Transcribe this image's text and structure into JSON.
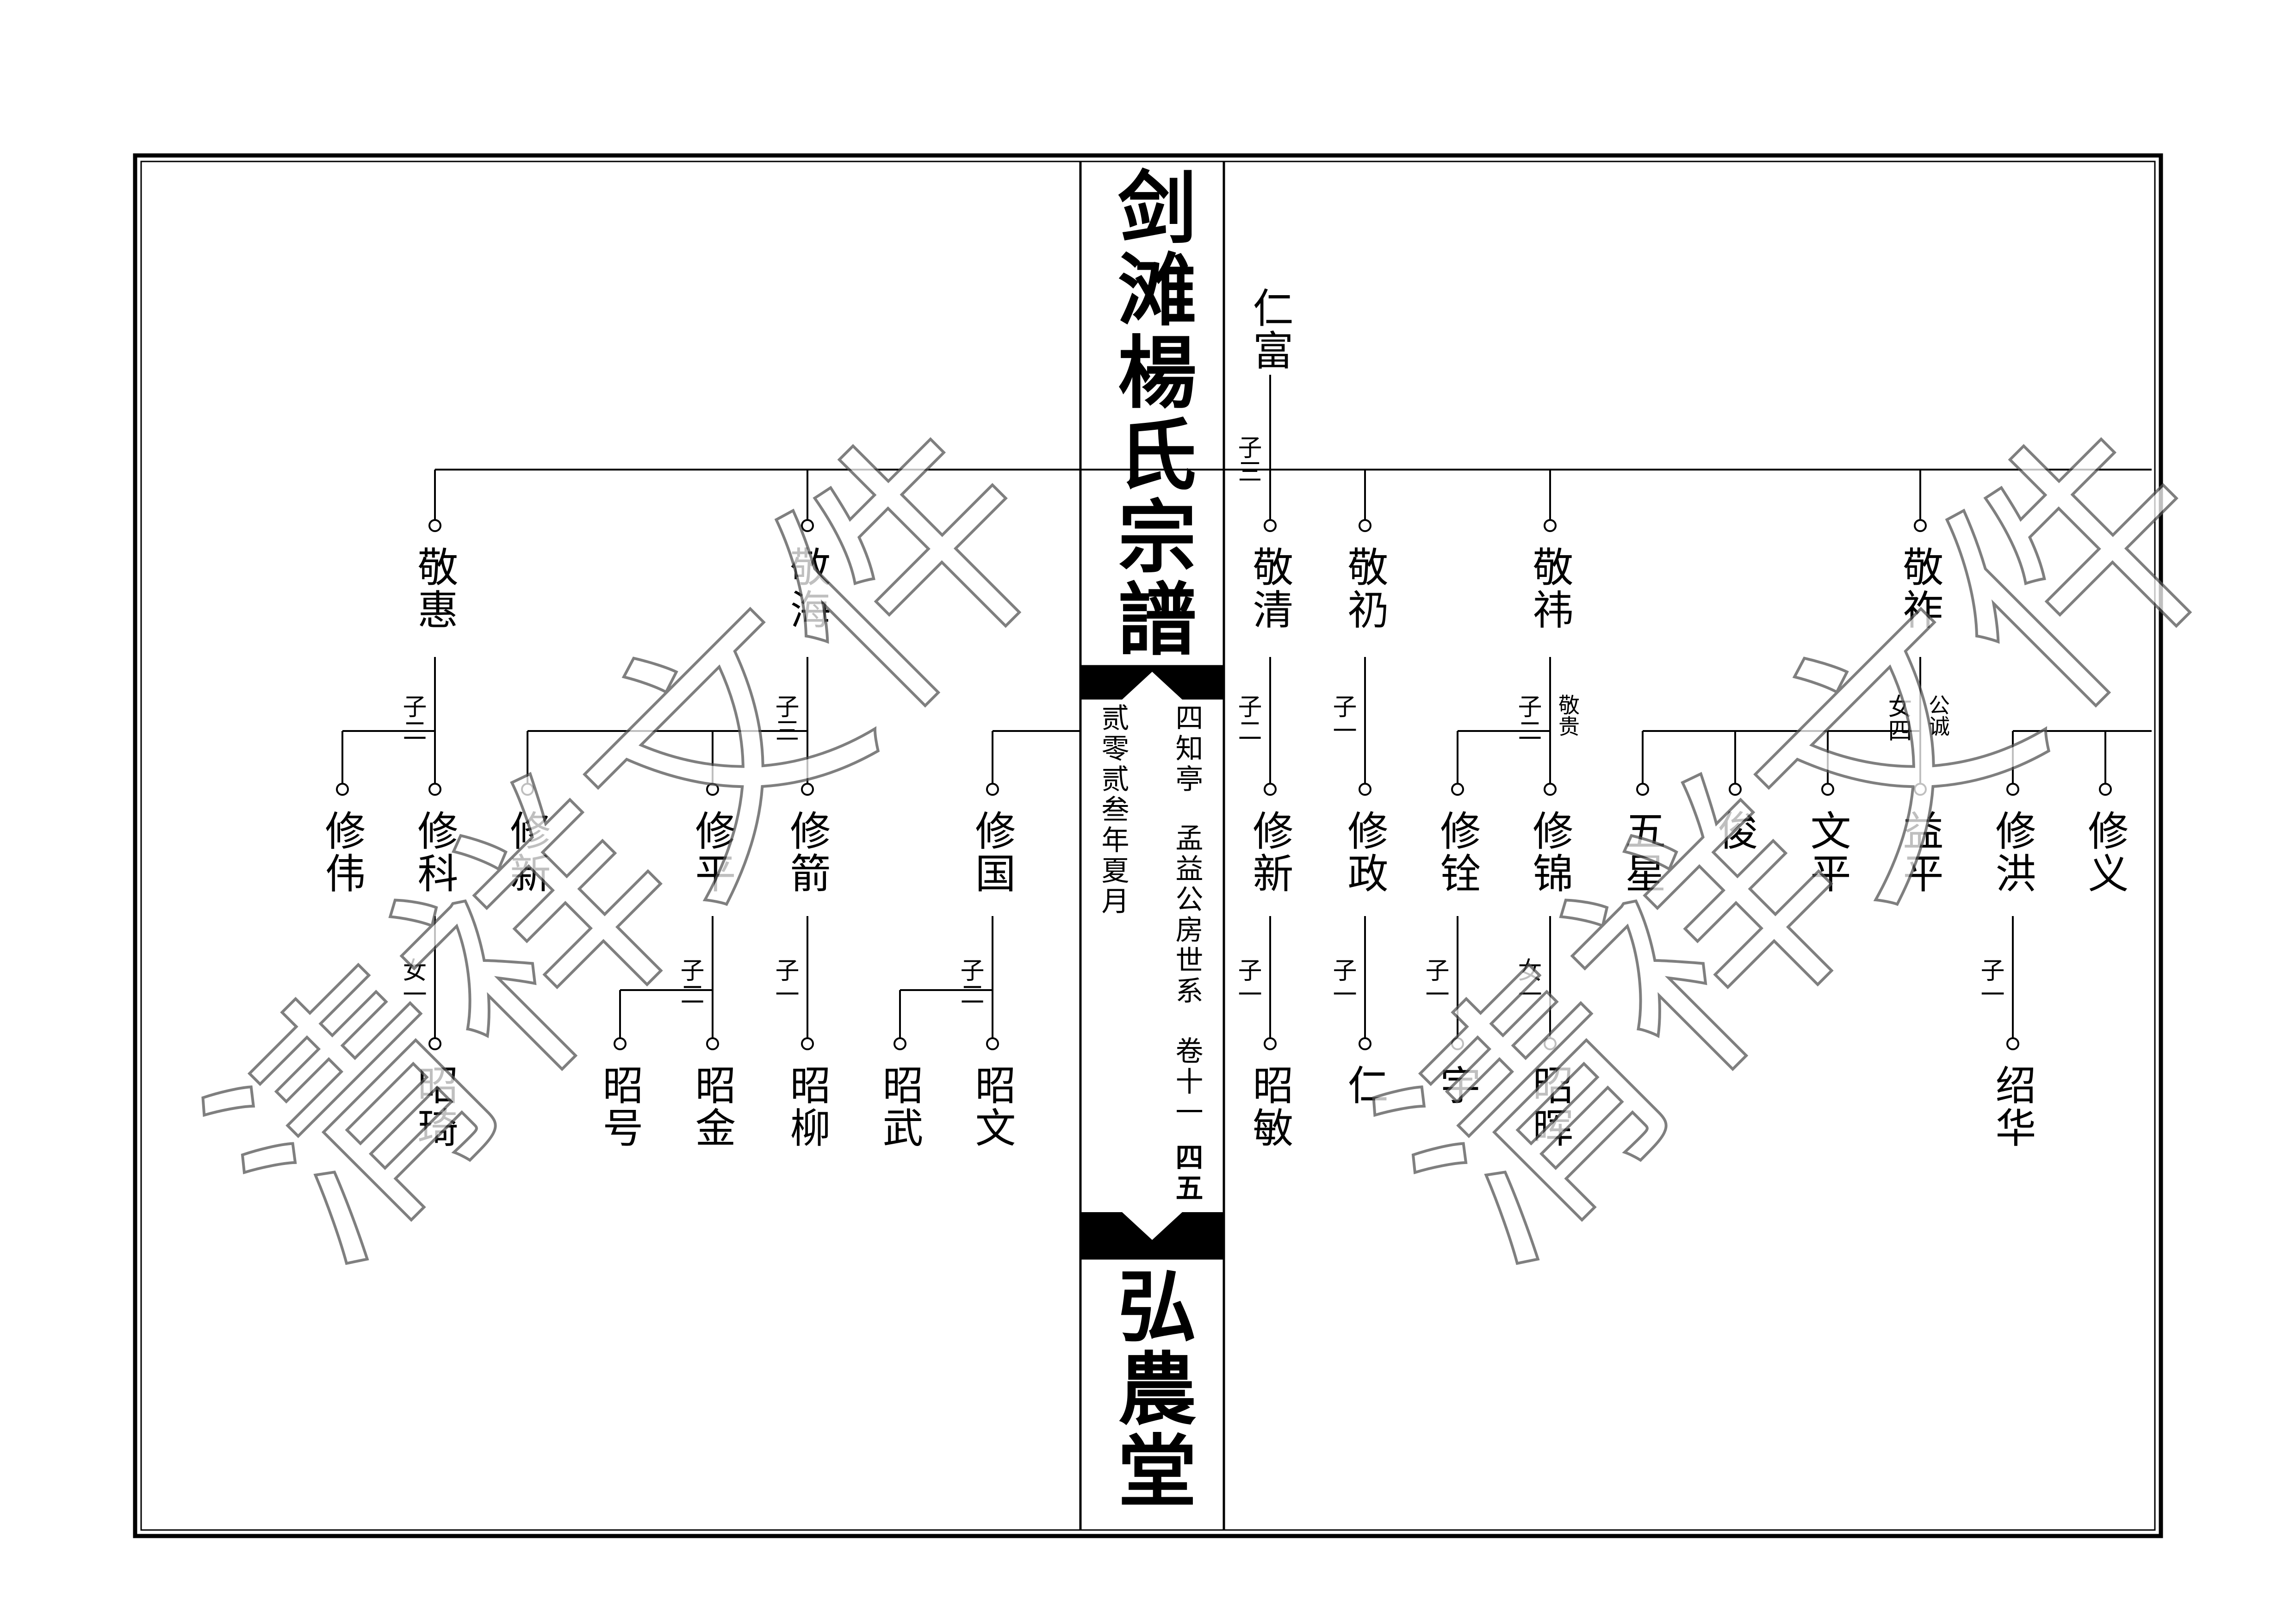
{
  "header": {
    "title": "剑滩楊氏宗譜",
    "hall": "弘農堂",
    "place": "四知亭",
    "branch": "孟益公房世系",
    "volume": "卷十一",
    "page_no": "四五",
    "date": "贰零贰叁年夏月"
  },
  "watermark": "清祥文件",
  "tree_right": {
    "ancestor": "仁富",
    "ancestor_count": "子三",
    "gen1": [
      {
        "name": "敬清",
        "count": "子二"
      },
      {
        "name": "敬礽",
        "count": "子一"
      },
      {
        "name": "敬祎",
        "count": "子二",
        "note": "敬贵"
      },
      {
        "name": "敬祚",
        "count": "女四",
        "note": "公诚"
      }
    ],
    "gen2": [
      {
        "name": "修新",
        "count": "子一"
      },
      {
        "name": "修政",
        "count": "子一"
      },
      {
        "name": "修铨",
        "count": "子一"
      },
      {
        "name": "修锦",
        "count": "女一"
      },
      {
        "name": "五星"
      },
      {
        "name": "俊"
      },
      {
        "name": "文平"
      },
      {
        "name": "益平"
      },
      {
        "name": "修洪",
        "count": "子一"
      },
      {
        "name": "修义"
      }
    ],
    "gen3": [
      {
        "name": "昭敏"
      },
      {
        "name": "仁"
      },
      {
        "name": "宇"
      },
      {
        "name": "昭晖"
      },
      {
        "name": "绍华"
      }
    ]
  },
  "tree_left": {
    "gen1": [
      {
        "name": "敬惠",
        "count": "子二"
      },
      {
        "name": "敬海",
        "count": "子三"
      }
    ],
    "gen2": [
      {
        "name": "修伟"
      },
      {
        "name": "修科",
        "count": "女一"
      },
      {
        "name": "修新"
      },
      {
        "name": "修平",
        "count": "子二"
      },
      {
        "name": "修箭",
        "count": "子一"
      },
      {
        "name": "修国",
        "count": "子二"
      }
    ],
    "gen3": [
      {
        "name": "昭琦"
      },
      {
        "name": "昭号"
      },
      {
        "name": "昭金"
      },
      {
        "name": "昭柳"
      },
      {
        "name": "昭武"
      },
      {
        "name": "昭文"
      }
    ]
  }
}
